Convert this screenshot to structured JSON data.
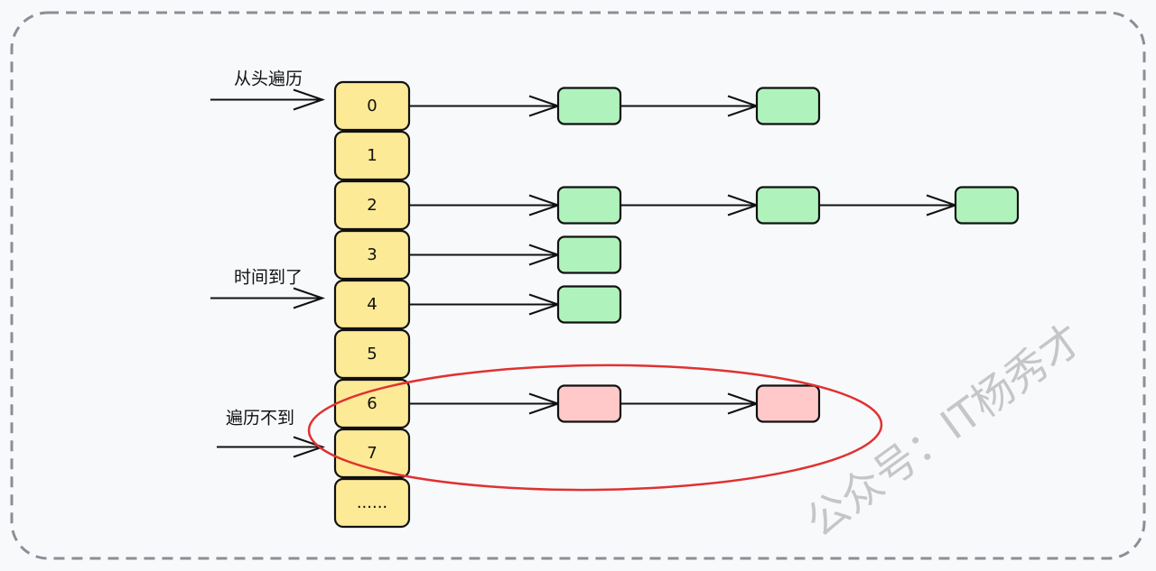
{
  "colors": {
    "bucket_fill": "#fdea97",
    "node_normal_fill": "#b0f2bc",
    "node_missed_fill": "#ffc9c9",
    "highlight_ellipse": "#e03131",
    "frame_border": "#8b8f96",
    "background": "#f8f9fb",
    "watermark": "#c6c6c6"
  },
  "buckets": [
    {
      "label": "0",
      "chain": [
        "normal",
        "normal"
      ]
    },
    {
      "label": "1",
      "chain": []
    },
    {
      "label": "2",
      "chain": [
        "normal",
        "normal",
        "normal"
      ]
    },
    {
      "label": "3",
      "chain": [
        "normal"
      ]
    },
    {
      "label": "4",
      "chain": [
        "normal"
      ]
    },
    {
      "label": "5",
      "chain": []
    },
    {
      "label": "6",
      "chain": [
        "missed",
        "missed"
      ]
    },
    {
      "label": "7",
      "chain": []
    },
    {
      "label": "......",
      "chain": []
    }
  ],
  "pointers": [
    {
      "label": "从头遍历",
      "bucket": 0
    },
    {
      "label": "时间到了",
      "bucket": 4
    },
    {
      "label": "遍历不到",
      "bucket": 7
    }
  ],
  "highlight": {
    "buckets": [
      "6",
      "7"
    ]
  },
  "watermark": "公众号：IT杨秀才"
}
